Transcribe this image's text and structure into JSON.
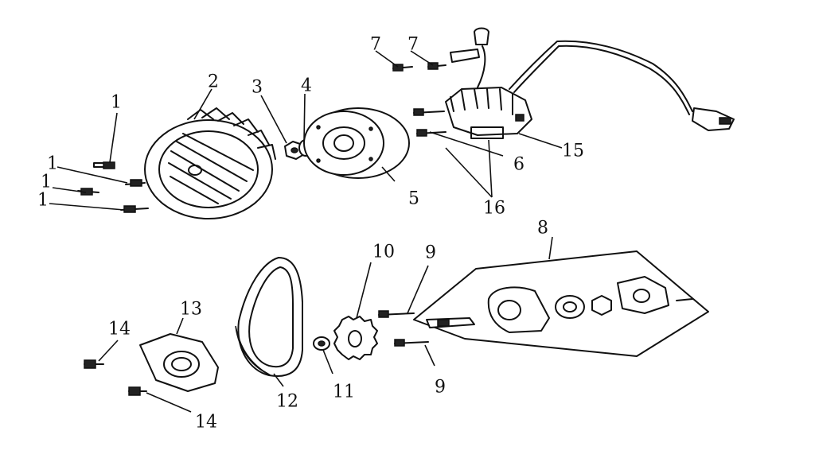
{
  "callouts": [
    {
      "id": "c1a",
      "label": "1"
    },
    {
      "id": "c1b",
      "label": "1"
    },
    {
      "id": "c1c",
      "label": "1"
    },
    {
      "id": "c1d",
      "label": "1"
    },
    {
      "id": "c2",
      "label": "2"
    },
    {
      "id": "c3",
      "label": "3"
    },
    {
      "id": "c4",
      "label": "4"
    },
    {
      "id": "c5",
      "label": "5"
    },
    {
      "id": "c6",
      "label": "6"
    },
    {
      "id": "c7a",
      "label": "7"
    },
    {
      "id": "c7b",
      "label": "7"
    },
    {
      "id": "c8",
      "label": "8"
    },
    {
      "id": "c9a",
      "label": "9"
    },
    {
      "id": "c9b",
      "label": "9"
    },
    {
      "id": "c10",
      "label": "10"
    },
    {
      "id": "c11",
      "label": "11"
    },
    {
      "id": "c12",
      "label": "12"
    },
    {
      "id": "c13",
      "label": "13"
    },
    {
      "id": "c14a",
      "label": "14"
    },
    {
      "id": "c14b",
      "label": "14"
    },
    {
      "id": "c15",
      "label": "15"
    },
    {
      "id": "c16",
      "label": "16"
    }
  ]
}
